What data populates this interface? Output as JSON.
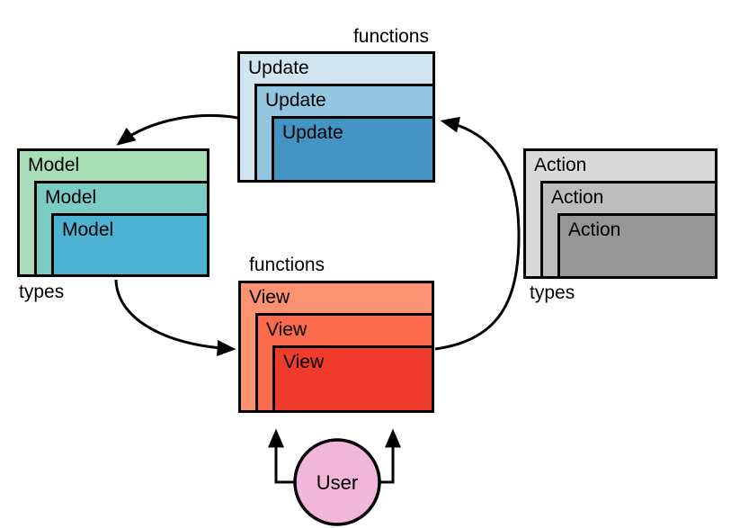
{
  "diagram": {
    "boxes": {
      "update": {
        "label": "Update",
        "caption": "functions",
        "colors": [
          "#d1e5f0",
          "#92c5de",
          "#4393c3"
        ]
      },
      "model": {
        "label": "Model",
        "caption": "types",
        "colors": [
          "#a8ddb5",
          "#7bccc4",
          "#4eb3d3"
        ]
      },
      "view": {
        "label": "View",
        "caption": "functions",
        "colors": [
          "#fc9272",
          "#fb6a4a",
          "#ef3b2c"
        ]
      },
      "action": {
        "label": "Action",
        "caption": "types",
        "colors": [
          "#d9d9d9",
          "#bdbdbd",
          "#969696"
        ]
      }
    },
    "user": {
      "label": "User",
      "fill": "#f1b6da"
    },
    "line_color": "#000000"
  }
}
